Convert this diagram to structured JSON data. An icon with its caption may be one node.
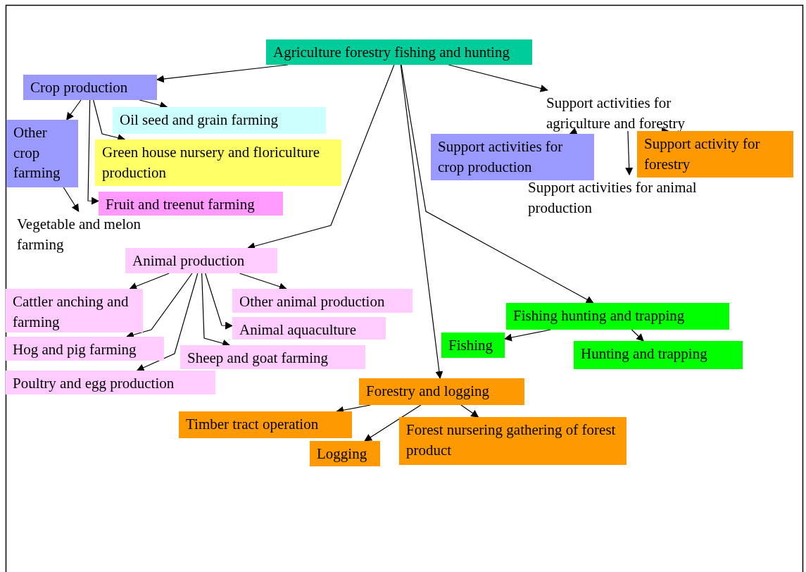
{
  "diagram": {
    "nodes": [
      {
        "text": [
          "Agriculture forestry fishing and hunting"
        ]
      },
      {
        "text": [
          "Crop production"
        ]
      },
      {
        "text": [
          "Other crop farming"
        ]
      },
      {
        "text": [
          "Oil seed and grain farming"
        ]
      },
      {
        "text": [
          "Green house nursery and floriculture production"
        ]
      },
      {
        "text": [
          "Fruit and treenut farming"
        ]
      },
      {
        "text": [
          "Vegetable and melon farming"
        ]
      },
      {
        "text": [
          "Animal production"
        ]
      },
      {
        "text": [
          "Cattler anching and farming"
        ]
      },
      {
        "text": [
          "Other animal production"
        ]
      },
      {
        "text": [
          "Animal aquaculture"
        ]
      },
      {
        "text": [
          "Hog and pig farming"
        ]
      },
      {
        "text": [
          "Sheep and goat farming"
        ]
      },
      {
        "text": [
          "Poultry and egg production"
        ]
      },
      {
        "text": [
          "Support activities for agriculture and forestry"
        ]
      },
      {
        "text": [
          "Support activities for crop production"
        ]
      },
      {
        "text": [
          "Support activity for forestry"
        ]
      },
      {
        "text": [
          "Support activities for animal production"
        ]
      },
      {
        "text": [
          "Fishing hunting and trapping"
        ]
      },
      {
        "text": [
          "Fishing"
        ]
      },
      {
        "text": [
          "Hunting and trapping"
        ]
      },
      {
        "text": [
          "Forestry and logging"
        ]
      },
      {
        "text": [
          "Timber tract operation"
        ]
      },
      {
        "text": [
          "Logging"
        ]
      },
      {
        "text": [
          "Forest nursering gathering of forest product"
        ]
      }
    ],
    "edges": [
      {
        "from": 0,
        "to": 1,
        "arrow": "to"
      },
      {
        "from": 0,
        "to": 7,
        "arrow": "to"
      },
      {
        "from": 0,
        "to": 21,
        "arrow": "to"
      },
      {
        "from": 0,
        "to": 18,
        "arrow": "to"
      },
      {
        "from": 0,
        "to": 14,
        "arrow": "to"
      },
      {
        "from": 1,
        "to": 2,
        "arrow": "to"
      },
      {
        "from": 1,
        "to": 3,
        "arrow": "to"
      },
      {
        "from": 1,
        "to": 4,
        "arrow": "to"
      },
      {
        "from": 1,
        "to": 5,
        "arrow": "to"
      },
      {
        "from": 2,
        "to": 6,
        "arrow": "to"
      },
      {
        "from": 7,
        "to": 8,
        "arrow": "to"
      },
      {
        "from": 7,
        "to": 9,
        "arrow": "to"
      },
      {
        "from": 7,
        "to": 10,
        "arrow": "to"
      },
      {
        "from": 7,
        "to": 11,
        "arrow": "to"
      },
      {
        "from": 7,
        "to": 12,
        "arrow": "to"
      },
      {
        "from": 7,
        "to": 13,
        "arrow": "to"
      },
      {
        "from": 14,
        "to": 15,
        "arrow": "to"
      },
      {
        "from": 14,
        "to": 16,
        "arrow": "to"
      },
      {
        "from": 14,
        "to": 17,
        "arrow": "to"
      },
      {
        "from": 18,
        "to": 19,
        "arrow": "to"
      },
      {
        "from": 18,
        "to": 20,
        "arrow": "to"
      },
      {
        "from": 21,
        "to": 22,
        "arrow": "to"
      },
      {
        "from": 21,
        "to": 23,
        "arrow": "to"
      },
      {
        "from": 21,
        "to": 24,
        "arrow": "to"
      }
    ]
  }
}
